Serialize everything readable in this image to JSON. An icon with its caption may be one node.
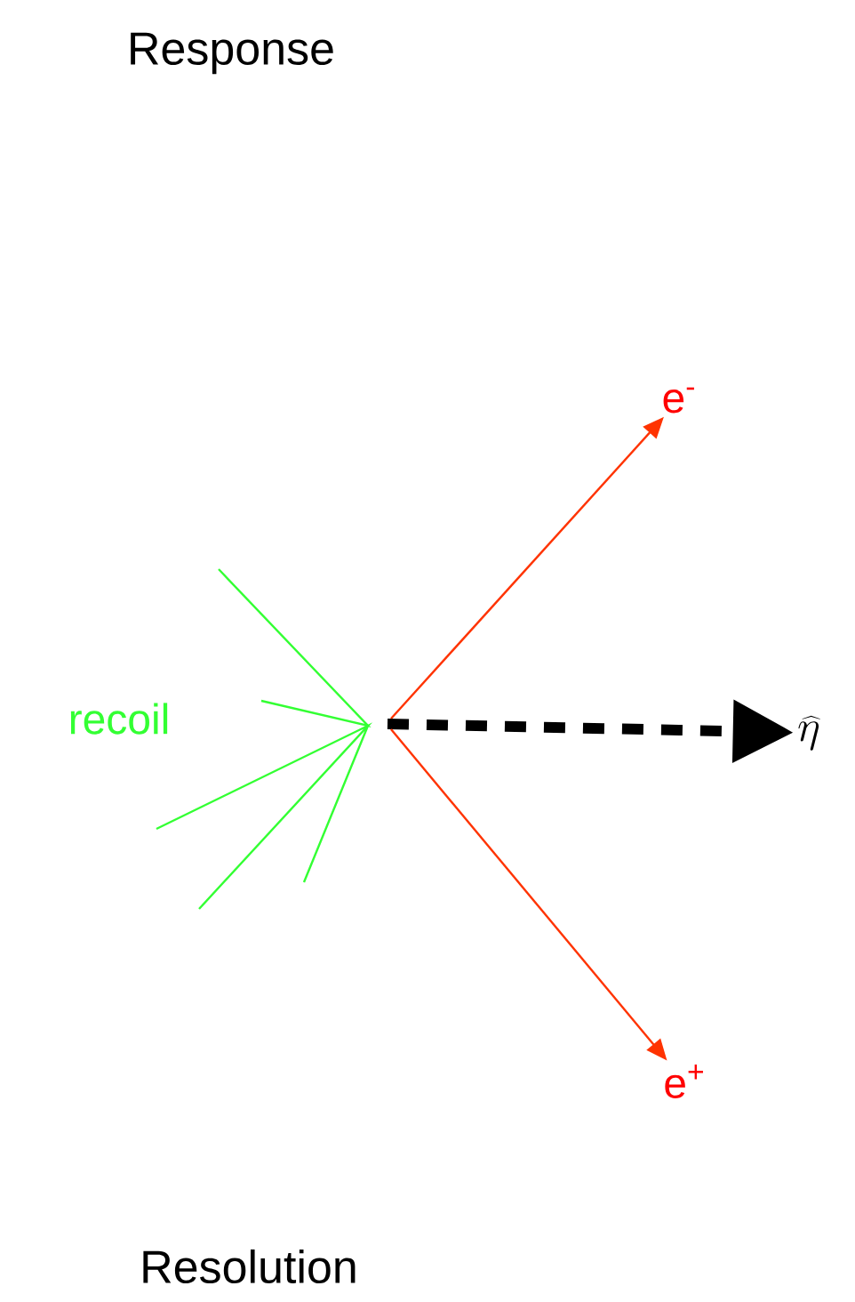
{
  "diagram": {
    "nodes": [
      {
        "text": [
          "e$^{-}$"
        ]
      },
      {
        "text": [
          "\\widehat{\\eta}"
        ]
      },
      {
        "text": [
          "e$^{+}$"
        ]
      }
    ],
    "edges": [
      {
        "from": null,
        "to": 0,
        "arrow": "to"
      },
      {
        "from": null,
        "to": 1,
        "arrow": "to",
        "style": "dashed",
        "color": "#000000"
      },
      {
        "from": null,
        "to": 2,
        "arrow": "to"
      }
    ],
    "labels": [
      "Response",
      "recoil",
      "Resolution"
    ]
  }
}
